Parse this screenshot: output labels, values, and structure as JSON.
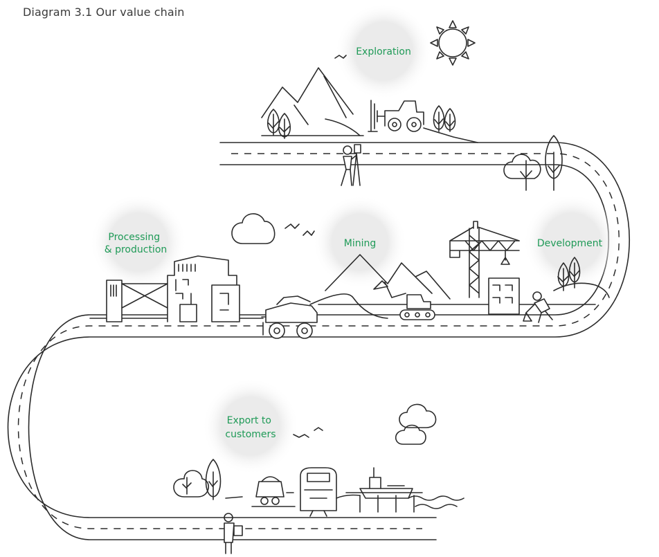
{
  "title": "Diagram 3.1 Our value chain",
  "stages": [
    {
      "id": "exploration",
      "label": [
        "Exploration"
      ]
    },
    {
      "id": "development",
      "label": [
        "Development"
      ]
    },
    {
      "id": "mining",
      "label": [
        "Mining"
      ]
    },
    {
      "id": "processing",
      "label": [
        "Processing",
        "& production"
      ]
    },
    {
      "id": "export",
      "label": [
        "Export to",
        "customers"
      ]
    }
  ],
  "colors": {
    "label": "#1f9a57",
    "line": "#2b2b2b",
    "text": "#3a3a3a",
    "glow": "#e9e9e9"
  }
}
